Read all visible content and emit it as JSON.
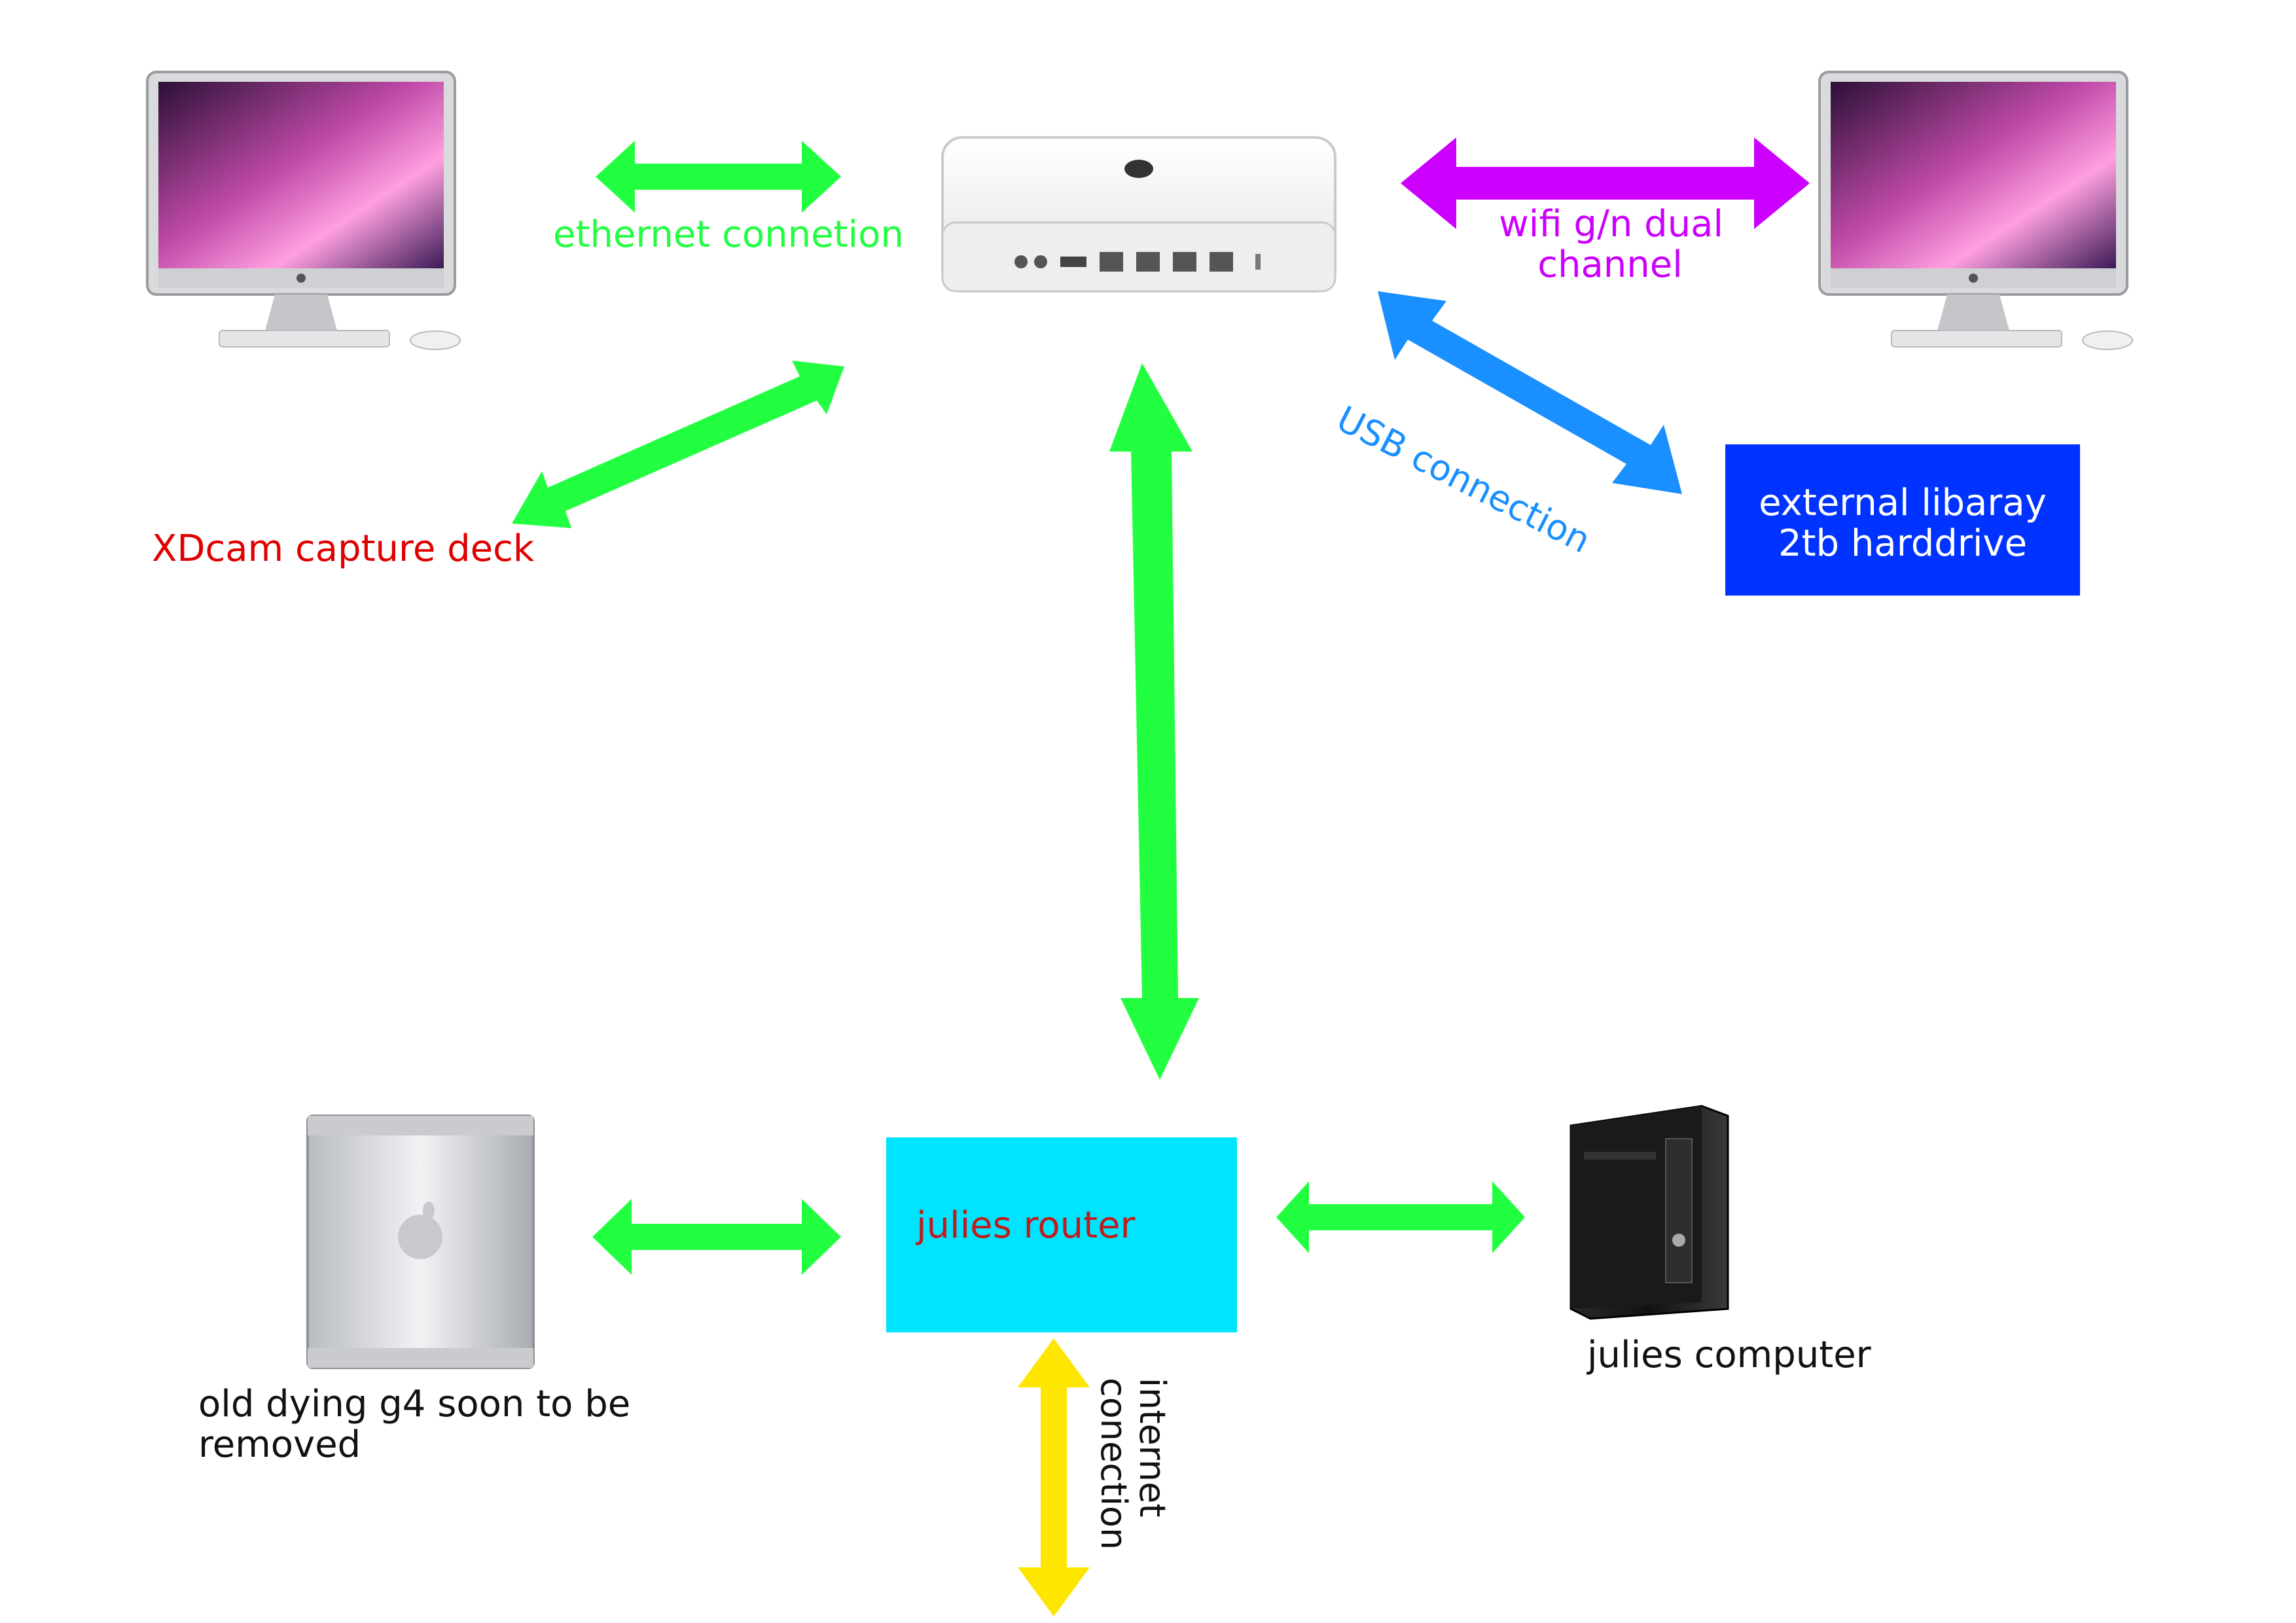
{
  "colors": {
    "green": "#22ff40",
    "magenta": "#cc00ff",
    "blue_arrow": "#1a8fff",
    "yellow": "#ffe600",
    "navy_box": "#0033ff",
    "cyan_box": "#00e5ff",
    "red_text": "#e00000",
    "router_text": "#c21b1b",
    "black_text": "#111111",
    "white_text": "#ffffff"
  },
  "icons": {
    "imac_left": "imac-computer-icon",
    "imac_right": "imac-computer-icon",
    "base_station": "airport-extreme-base-station-icon",
    "mac_pro": "mac-pro-tower-icon",
    "dell_tower": "pc-tower-icon"
  },
  "labels": {
    "ethernet": "ethernet connetion",
    "wifi_line1": "wifi g/n dual",
    "wifi_line2": "channel",
    "usb": "USB connection",
    "xdcam": "XDcam capture deck",
    "external_line1": "external libaray",
    "external_line2": "2tb harddrive",
    "router": "julies router",
    "g4_line1": "old dying g4 soon to be",
    "g4_line2": "removed",
    "julies_computer": "julies computer",
    "internet_line1": "internet",
    "internet_line2": "conection"
  }
}
